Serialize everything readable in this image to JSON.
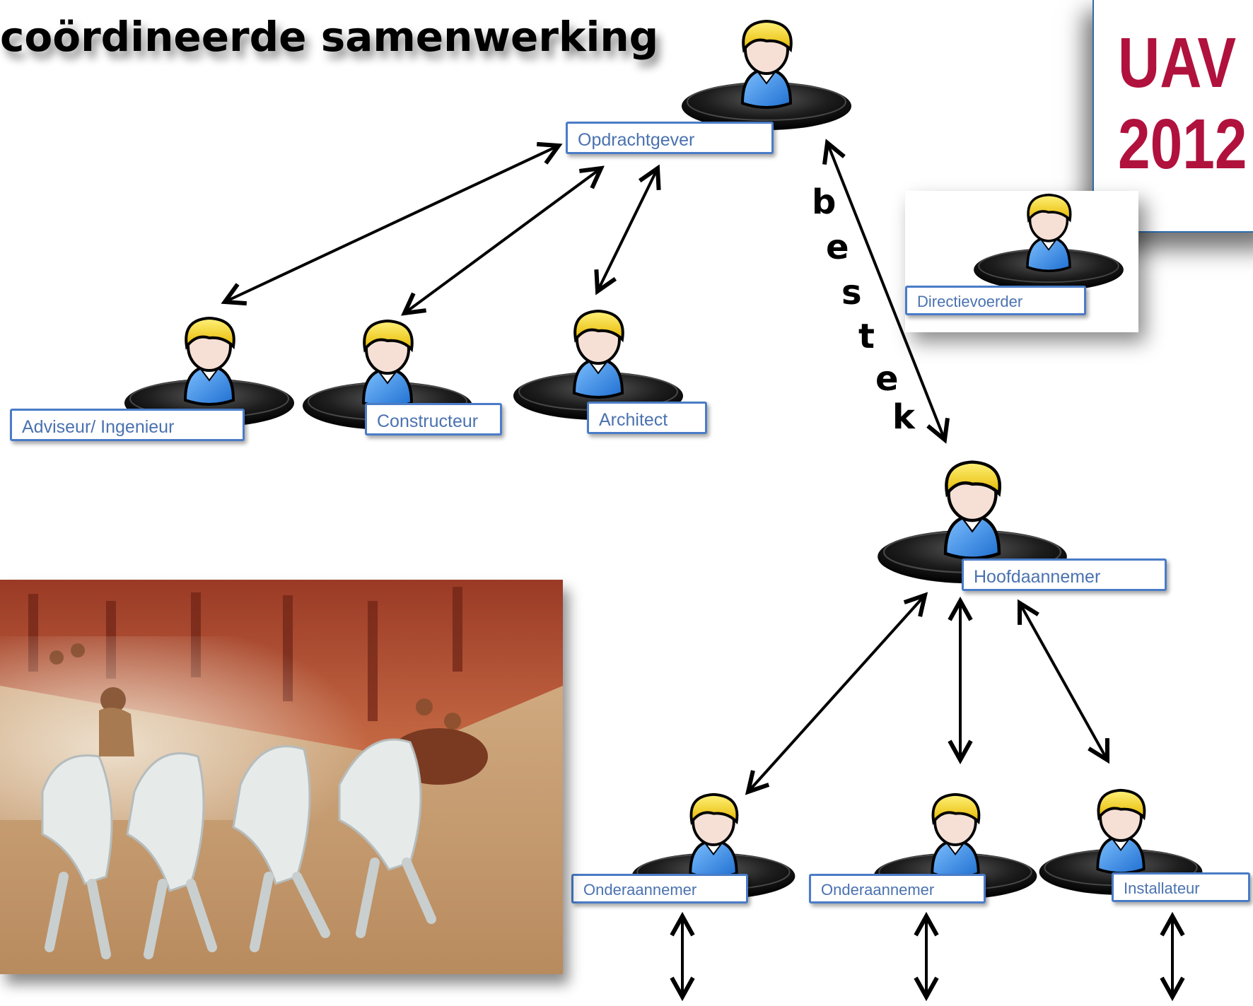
{
  "title": "coördineerde samenwerking",
  "uav_badge": {
    "line1": "UAV",
    "line2": "2012",
    "color": "#b0123d"
  },
  "roles": {
    "opdrachtgever": "Opdrachtgever",
    "directievoerder": "Directievoerder",
    "adviseur": "Adviseur/ Ingenieur",
    "constructeur": "Constructeur",
    "architect": "Architect",
    "hoofdaannemer": "Hoofdaannemer",
    "onderaannemer_1": "Onderaannemer",
    "onderaannemer_2": "Onderaannemer",
    "installateur": "Installateur"
  },
  "bestek_letters": [
    "b",
    "e",
    "s",
    "t",
    "e",
    "k"
  ],
  "colors": {
    "label_border": "#4a7cc7",
    "label_text": "#4a72b0",
    "hair": "#f2d21a",
    "shirt": "#3d8fe0",
    "pedestal": "#222222"
  },
  "icons": [
    "person-icon",
    "chariot-race-photo"
  ]
}
